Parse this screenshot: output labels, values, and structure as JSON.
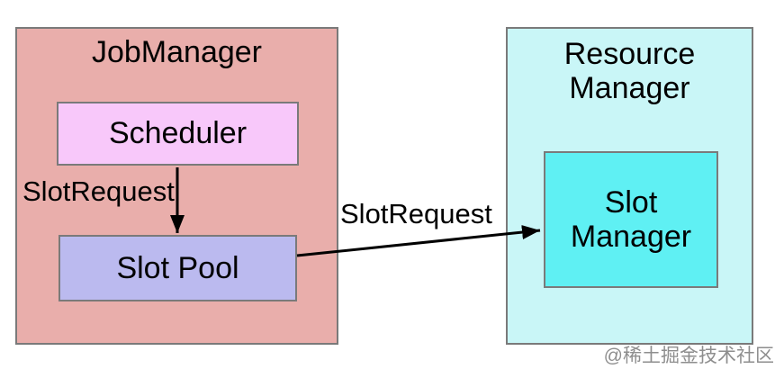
{
  "job_manager": {
    "title": "JobManager",
    "scheduler": "Scheduler",
    "slot_pool": "Slot Pool"
  },
  "resource_manager": {
    "title": "Resource Manager",
    "slot_manager": "Slot Manager"
  },
  "labels": {
    "slot_request_internal": "SlotRequest",
    "slot_request_external": "SlotRequest"
  },
  "watermark": "@稀土掘金技术社区",
  "colors": {
    "background": "#ffffff",
    "job_manager_fill": "#e9aeab",
    "scheduler_fill": "#f8c8fa",
    "slot_pool_fill": "#bbbaef",
    "resource_manager_fill": "#c9f6f7",
    "slot_manager_fill": "#5ff0f3",
    "box_border": "#7a7a7a",
    "arrow_color": "#000000",
    "text_color": "#000000",
    "watermark_color": "#8e8e8e"
  }
}
